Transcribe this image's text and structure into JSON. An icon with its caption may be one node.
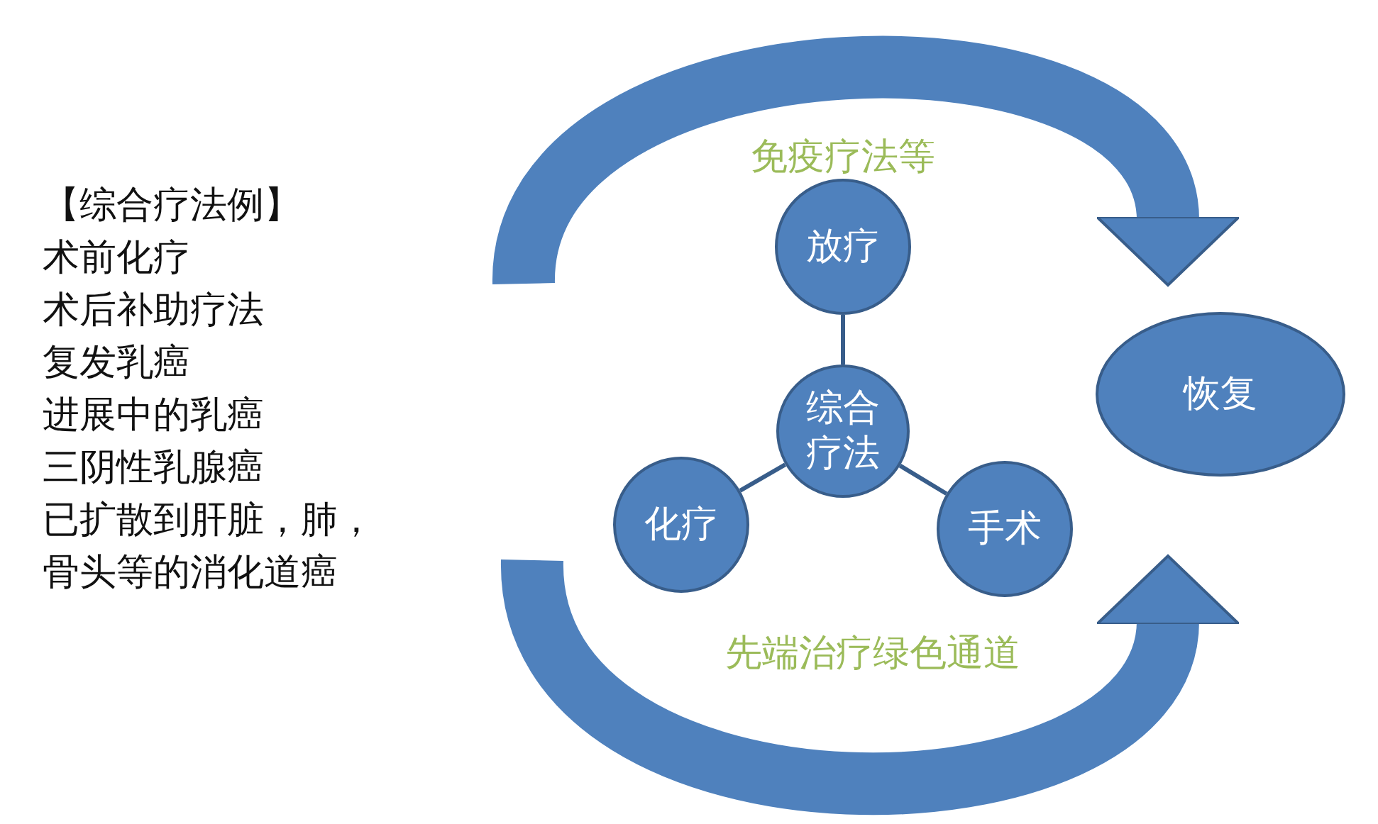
{
  "diagram": {
    "nodes": [
      {
        "text": [
          "综合疗法"
        ]
      },
      {
        "text": [
          "放疗"
        ]
      },
      {
        "text": [
          "化疗"
        ]
      },
      {
        "text": [
          "手术"
        ]
      },
      {
        "text": [
          "恢复"
        ]
      }
    ],
    "edges": [
      {
        "from": 0,
        "to": 1,
        "arrow": "none"
      },
      {
        "from": 0,
        "to": 2,
        "arrow": "none"
      },
      {
        "from": 0,
        "to": 3,
        "arrow": "none"
      },
      {
        "from": null,
        "to": 4,
        "arrow": "to",
        "style": "thick"
      },
      {
        "from": null,
        "to": 4,
        "arrow": "to",
        "style": "thick"
      }
    ],
    "labels": [
      "【综合疗法例】",
      "术前化疗",
      "术后补助疗法",
      "复发乳癌",
      "进展中的乳癌",
      "三阴性乳腺癌",
      "已扩散到肝脏，肺，骨头等的消化道癌",
      "免疫疗法等",
      "先端治疗绿色通道"
    ]
  }
}
